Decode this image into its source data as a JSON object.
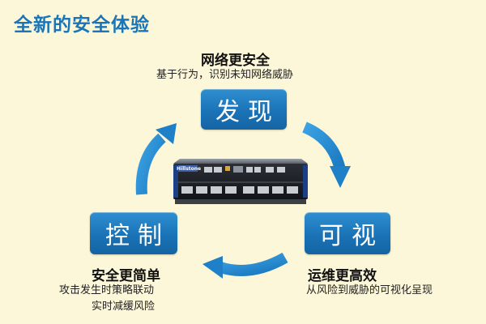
{
  "title": "全新的安全体验",
  "top": {
    "heading": "网络更安全",
    "desc": "基于行为，识别未知网络威胁",
    "badge": "发现"
  },
  "right": {
    "badge": "可视",
    "heading": "运维更高效",
    "desc": "从风险到威胁的可视化呈现"
  },
  "left": {
    "badge": "控制",
    "heading": "安全更简单",
    "desc_line1": "攻击发生时策略联动",
    "desc_line2": "实时减缓风险"
  },
  "device": {
    "brand_label": "Hillstone"
  },
  "colors": {
    "title": "#1a75b8",
    "badge": "#1a73b6",
    "arrow": "#2a8fd6",
    "background": "#fcf7d8"
  },
  "icons": [
    "cycle-arrow-icon"
  ]
}
